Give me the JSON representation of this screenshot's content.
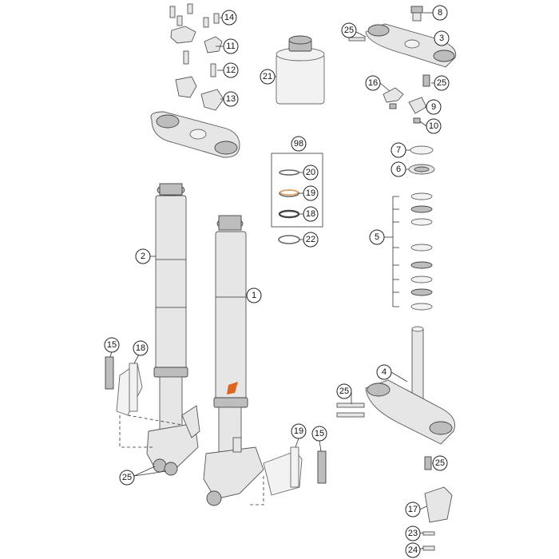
{
  "callouts": {
    "c1": "1",
    "c2": "2",
    "c3": "3",
    "c4": "4",
    "c5": "5",
    "c6": "6",
    "c7": "7",
    "c8": "8",
    "c9": "9",
    "c10": "10",
    "c11": "11",
    "c12": "12",
    "c13": "13",
    "c14": "14",
    "c15a": "15",
    "c15b": "15",
    "c16": "16",
    "c17": "17",
    "c18a": "18",
    "c18b": "18",
    "c19a": "19",
    "c19b": "19",
    "c20": "20",
    "c21": "21",
    "c22": "22",
    "c23": "23",
    "c24": "24",
    "c25a": "25",
    "c25b": "25",
    "c25c": "25",
    "c25d": "25",
    "c25e": "25",
    "c98": "98"
  },
  "colors": {
    "decal": "#e0641e",
    "seal": "#e8a060"
  }
}
